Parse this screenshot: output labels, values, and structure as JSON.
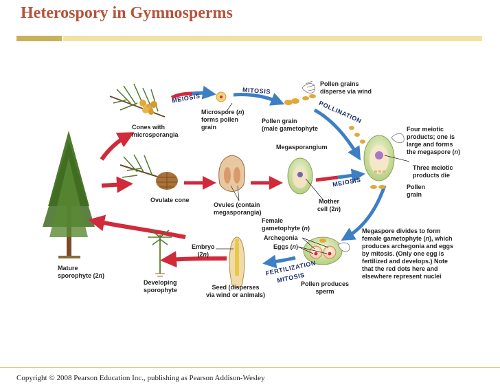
{
  "title": "Heterospory in Gymnosperms",
  "copyright": "Copyright © 2008 Pearson Education Inc., publishing as Pearson Addison-Wesley",
  "stages": {
    "meiosis_top": "MEIOSIS",
    "mitosis_top": "MITOSIS",
    "pollination": "POLLINATION",
    "meiosis_right": "MEIOSIS",
    "fertilization": "FERTILIZATION",
    "mitosis_bottom": "MITOSIS"
  },
  "labels": {
    "cones_micro_1": "Cones with",
    "cones_micro_2": "microsporangia",
    "microspore_1": "Microspore (",
    "microspore_1n": "n",
    "microspore_1e": ")",
    "microspore_2": "forms pollen",
    "microspore_3": "grain",
    "pollen_grain_1": "Pollen grain",
    "pollen_grain_2": "(male gametophyte",
    "pollen_disperse_1": "Pollen grains",
    "pollen_disperse_2": "disperse via wind",
    "four_meiotic_1": "Four meiotic",
    "four_meiotic_2": "products; one is",
    "four_meiotic_3": "large and forms",
    "four_meiotic_4": "the megaspore (",
    "four_meiotic_4n": "n",
    "four_meiotic_4e": ")",
    "megasporangium": "Megasporangium",
    "three_meiotic_1": "Three meiotic",
    "three_meiotic_2": "products die",
    "pollen_right_1": "Pollen",
    "pollen_right_2": "grain",
    "ovulate_cone": "Ovulate cone",
    "ovules_1": "Ovules (contain",
    "ovules_2": "megasporangia)",
    "mother_cell_1": "Mother",
    "mother_cell_2": "cell (2",
    "mother_cell_2n": "n",
    "mother_cell_2e": ")",
    "female_gam_1": "Female",
    "female_gam_2": "gametophyte (",
    "female_gam_2n": "n",
    "female_gam_2e": ")",
    "archegonia": "Archegonia",
    "eggs": "Eggs (",
    "eggs_n": "n",
    "eggs_e": ")",
    "megaspore_div_1": "Megaspore divides to form",
    "megaspore_div_2": "female gametophyte (",
    "megaspore_div_2n": "n",
    "megaspore_div_2e": "), which",
    "megaspore_div_3": "produces archegonia and eggs",
    "megaspore_div_4": "by mitosis. (Only one egg is",
    "megaspore_div_5": "fertilized and develops.) Note",
    "megaspore_div_6": "that the red dots here and",
    "megaspore_div_7": "elsewhere represent nuclei",
    "embryo_1": "Embryo",
    "embryo_2": "(2",
    "embryo_2n": "n",
    "embryo_2e": ")",
    "seed_1": "Seed (disperses",
    "seed_2": "via wind or animals)",
    "pollen_sperm_1": "Pollen produces",
    "pollen_sperm_2": "sperm",
    "developing_1": "Developing",
    "developing_2": "sporophyte",
    "mature_1": "Mature",
    "mature_2": "sporophyte (2",
    "mature_2n": "n",
    "mature_2e": ")"
  },
  "colors": {
    "title": "#b5533a",
    "accent_bar": "#c9b15a",
    "accent_bar_light": "#efe2a4",
    "diploid_arrow": "#d12a3a",
    "haploid_arrow": "#3d7fc4",
    "stage_text": "#1a2a6a"
  }
}
